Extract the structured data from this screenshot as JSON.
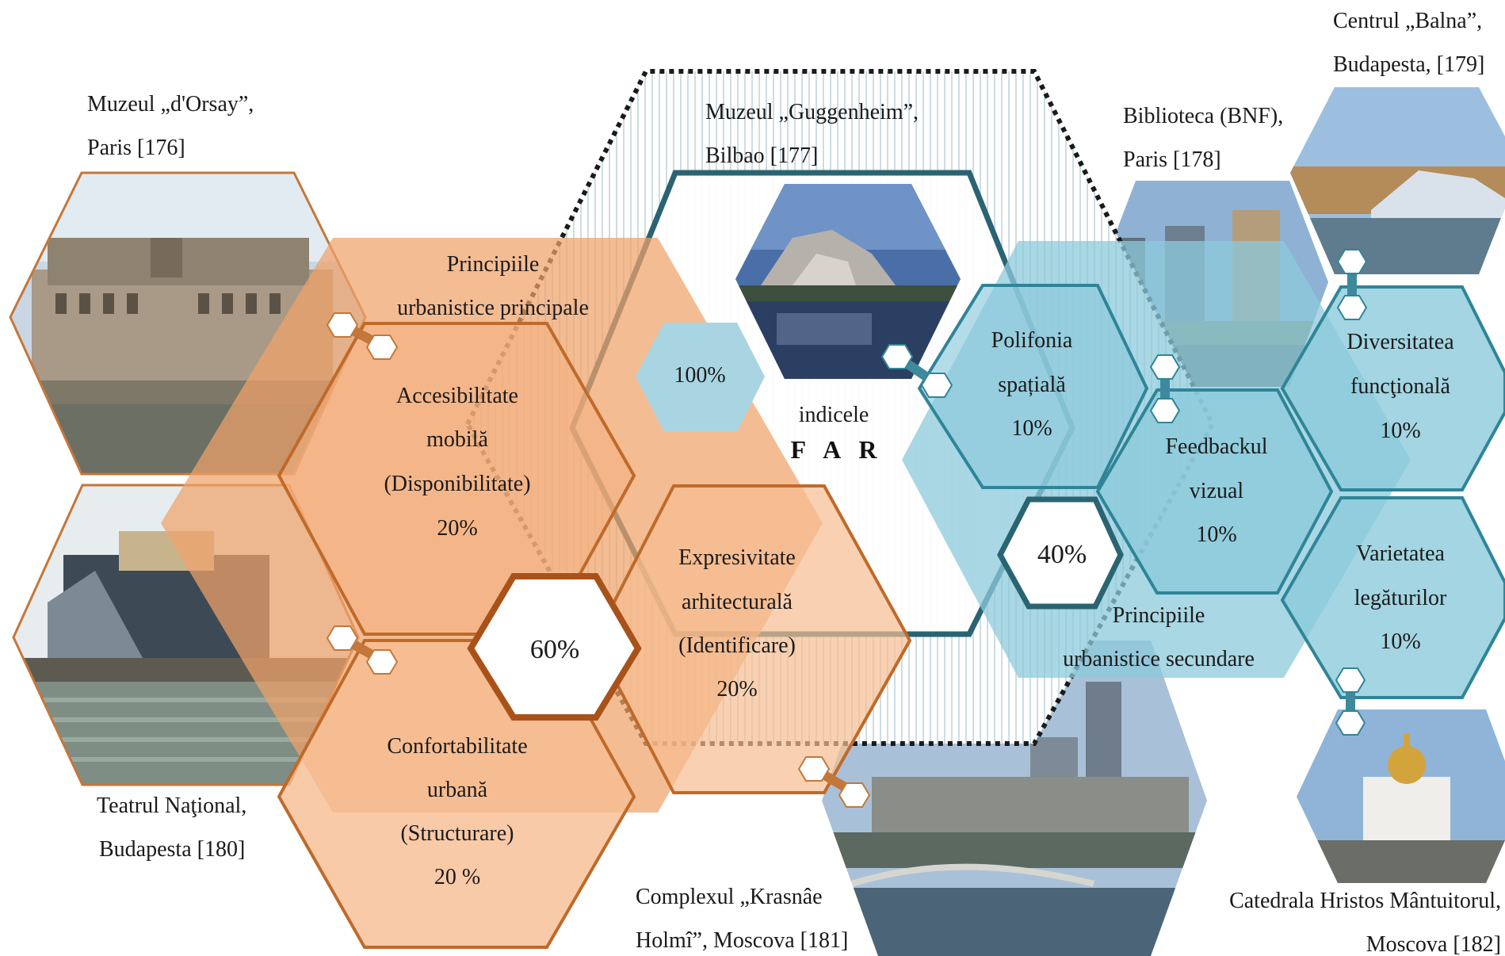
{
  "diagram": {
    "far_index": {
      "label": "indicele",
      "name": "F A R",
      "total": "100%"
    },
    "primary_group": {
      "title_line1": "Principiile",
      "title_line2": "urbanistice principale",
      "share": "60%",
      "color": "#f0a26a",
      "criteria": [
        {
          "line1": "Accesibilitate",
          "line2": "mobilă",
          "line3": "(Disponibilitate)",
          "value": "20%"
        },
        {
          "line1": "Expresivitate",
          "line2": "arhitecturală",
          "line3": "(Identificare)",
          "value": "20%"
        },
        {
          "line1": "Confortabilitate",
          "line2": "urbană",
          "line3": "(Structurare)",
          "value": "20 %"
        }
      ]
    },
    "secondary_group": {
      "title_line1": "Principiile",
      "title_line2": "urbanistice secundare",
      "share": "40%",
      "color": "#8ccadb",
      "criteria": [
        {
          "line1": "Polifonia",
          "line2": "spațială",
          "value": "10%"
        },
        {
          "line1": "Feedbackul",
          "line2": "vizual",
          "value": "10%"
        },
        {
          "line1": "Diversitatea",
          "line2": "funcţională",
          "value": "10%"
        },
        {
          "line1": "Varietatea",
          "line2": "legăturilor",
          "value": "10%"
        }
      ]
    },
    "examples": [
      {
        "line1": "Muzeul „d'Orsay”,",
        "line2": "Paris [176]"
      },
      {
        "line1": "Muzeul „Guggenheim”,",
        "line2": "Bilbao [177]"
      },
      {
        "line1": "Biblioteca (BNF),",
        "line2": "Paris [178]"
      },
      {
        "line1": "Centrul „Balna”,",
        "line2": "Budapesta, [179]"
      },
      {
        "line1": "Teatrul Naţional,",
        "line2": "Budapesta [180]"
      },
      {
        "line1": "Complexul  „Krasnâe",
        "line2": "Holmî”, Moscova [181]"
      },
      {
        "line1": "Catedrala Hristos Mântuitorul,",
        "line2": "Moscova [182]"
      }
    ]
  }
}
